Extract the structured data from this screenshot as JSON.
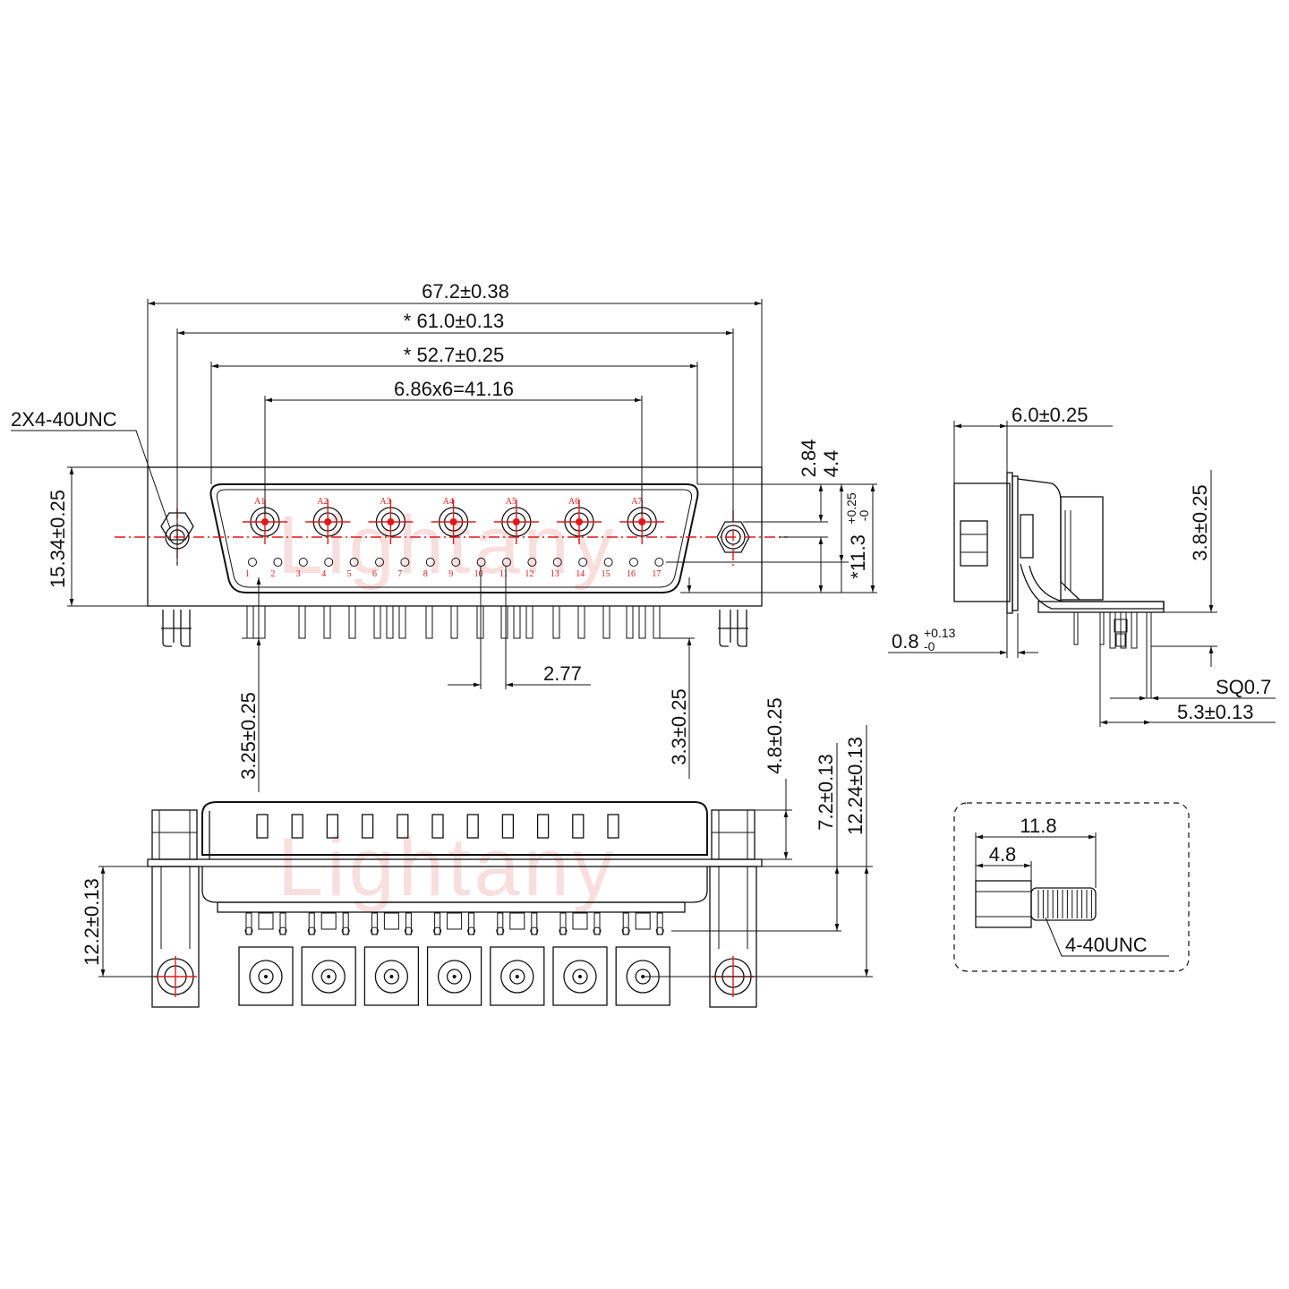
{
  "watermark": "Lightany",
  "thread_note": "2X4-40UNC",
  "front_view": {
    "dim_overall": "67.2±0.38",
    "dim_mount": "* 61.0±0.13",
    "dim_shell": "* 52.7±0.25",
    "dim_pitch": "6.86x6=41.16",
    "dim_height": "15.34±0.25",
    "dim_2_84": "2.84",
    "dim_4_4": "4.4",
    "dim_11_3": "*11.3",
    "dim_11_3_tol_plus": "+0.25",
    "dim_11_3_tol_minus": "-0",
    "dim_2_77": "2.77",
    "dim_3_25": "3.25±0.25",
    "dim_3_3": "3.3±0.25",
    "coax_labels": [
      "A1",
      "A2",
      "A3",
      "A4",
      "A5",
      "A6",
      "A7"
    ],
    "signal_labels": [
      "1",
      "2",
      "3",
      "4",
      "5",
      "6",
      "7",
      "8",
      "9",
      "10",
      "11",
      "12",
      "13",
      "14",
      "15",
      "16",
      "17"
    ]
  },
  "side_view": {
    "dim_6_0": "6.0±0.25",
    "dim_3_8": "3.8±0.25",
    "dim_0_8": "0.8",
    "dim_0_8_tol_plus": "+0.13",
    "dim_0_8_tol_minus": "-0",
    "dim_sq": "SQ0.7",
    "dim_5_3": "5.3±0.13"
  },
  "bottom_view": {
    "dim_4_8": "4.8±0.25",
    "dim_7_2": "7.2±0.13",
    "dim_12_24": "12.24±0.13",
    "dim_12_2": "12.2±0.13"
  },
  "screw_detail": {
    "dim_11_8": "11.8",
    "dim_4_8": "4.8",
    "thread": "4-40UNC"
  }
}
